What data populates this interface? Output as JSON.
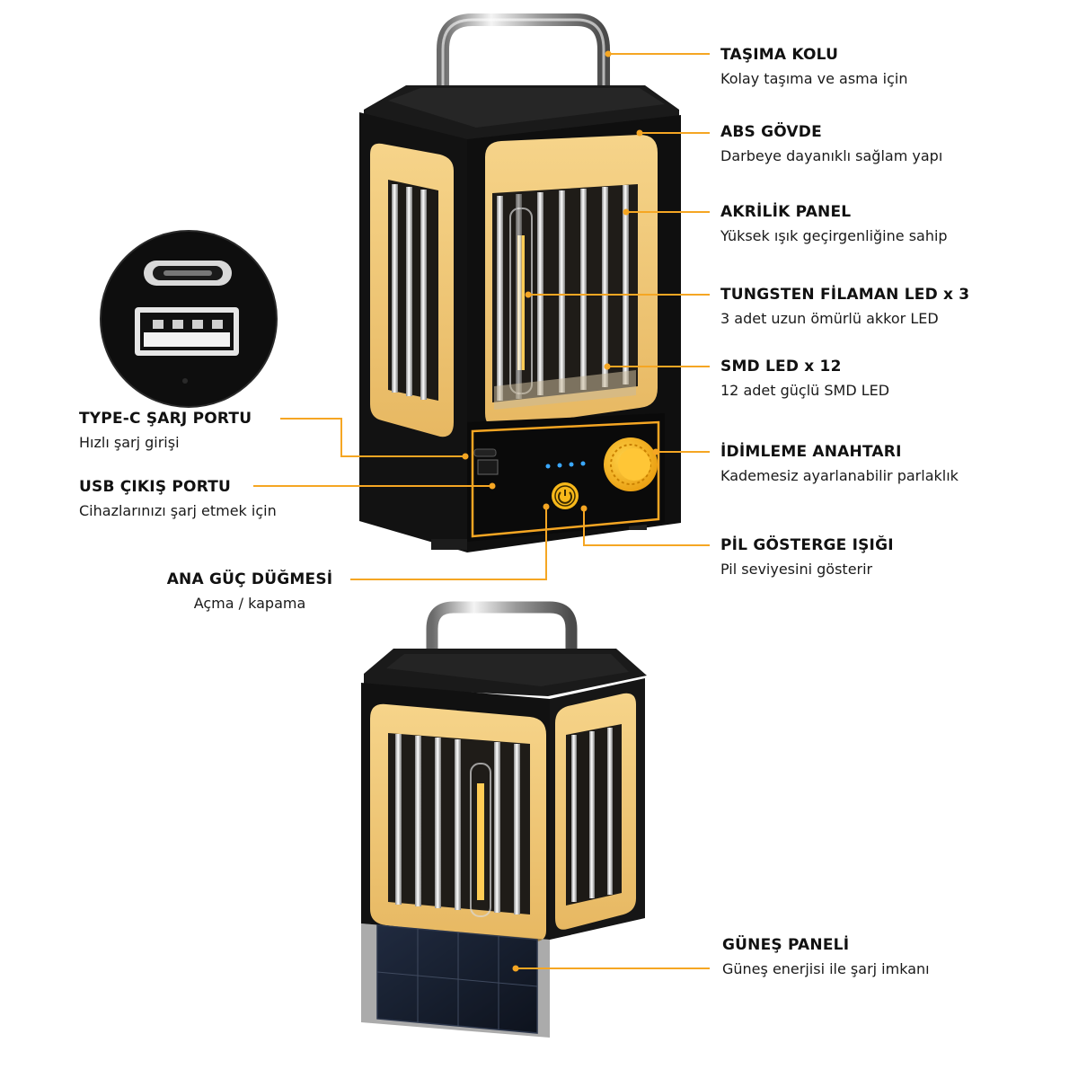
{
  "colors": {
    "accent": "#f5a623",
    "lamp_body": "#151515",
    "frame_yellow": "#f0c978",
    "frame_yellow_dark": "#d8a64c",
    "filament": "#ffcc55",
    "dimmer": "#f7b81a"
  },
  "callouts": {
    "handle": {
      "title": "TAŞIMA KOLU",
      "desc": "Kolay taşıma ve asma için"
    },
    "body": {
      "title": "ABS GÖVDE",
      "desc": "Darbeye dayanıklı sağlam yapı"
    },
    "acrylic": {
      "title": "AKRİLİK PANEL",
      "desc": "Yüksek ışık geçirgenliğine sahip"
    },
    "tungsten": {
      "title": "TUNGSTEN FİLAMAN LED x 3",
      "desc": "3 adet uzun ömürlü akkor LED"
    },
    "smd": {
      "title": "SMD LED x 12",
      "desc": "12 adet güçlü SMD LED"
    },
    "dimmer": {
      "title": "İDİMLEME ANAHTARI",
      "desc": "Kademesiz ayarlanabilir parlaklık"
    },
    "battery": {
      "title": "PİL GÖSTERGE IŞIĞI",
      "desc": "Pil seviyesini gösterir"
    },
    "typec": {
      "title": "TYPE-C ŞARJ PORTU",
      "desc": "Hızlı şarj girişi"
    },
    "usb": {
      "title": "USB ÇIKIŞ PORTU",
      "desc": "Cihazlarınızı şarj etmek için"
    },
    "power": {
      "title": "ANA GÜÇ DÜĞMESİ",
      "desc": "Açma / kapama"
    },
    "solar": {
      "title": "GÜNEŞ PANELİ",
      "desc": "Güneş enerjisi ile şarj imkanı"
    }
  }
}
